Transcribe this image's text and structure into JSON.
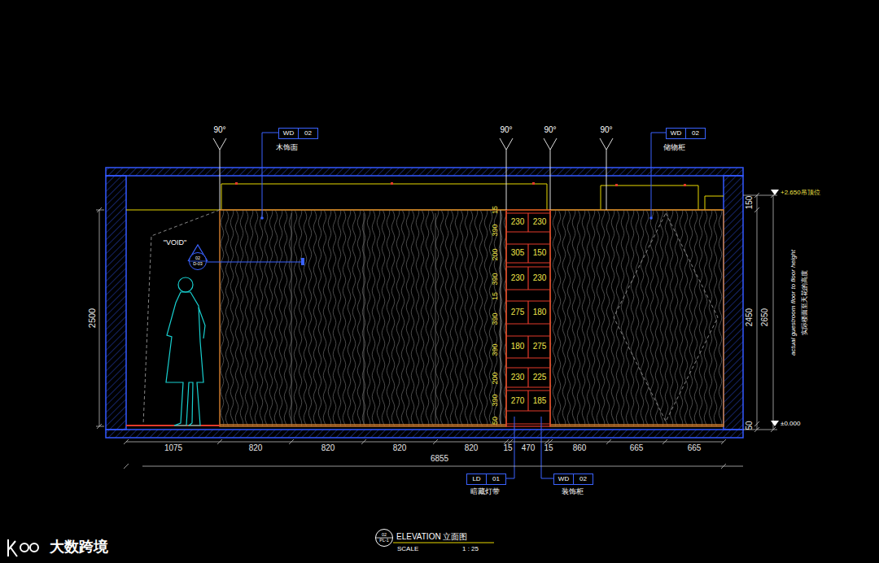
{
  "diagram": {
    "title": "ELEVATION 立面图",
    "nodes": [
      {
        "text": [
          "WD",
          "02"
        ]
      },
      {
        "text": [
          "WD",
          "02"
        ]
      },
      {
        "text": [
          "02",
          "D-03"
        ]
      },
      {
        "text": [
          "LD",
          "01"
        ]
      },
      {
        "text": [
          "WD",
          "02"
        ]
      },
      {
        "text": [
          "02",
          "PL-1"
        ]
      }
    ],
    "labels": [
      "90°",
      "90°",
      "90°",
      "90°",
      "木饰面",
      "储物柜",
      "\"VOID\"",
      "1075",
      "820",
      "820",
      "820",
      "820",
      "15",
      "470",
      "15",
      "860",
      "665",
      "665",
      "6855",
      "2500",
      "150",
      "2450",
      "50",
      "2650",
      "actual guestroom floor to floor height",
      "实际楼面至天花的高度",
      "+2.650吊顶位",
      "±0.000",
      "暗藏灯带",
      "装饰柜",
      "15",
      "390",
      "200",
      "390",
      "15",
      "390",
      "390",
      "200",
      "390",
      "50",
      "230",
      "230",
      "305",
      "150",
      "230",
      "230",
      "275",
      "180",
      "180",
      "275",
      "230",
      "225",
      "270",
      "185",
      "SCALE",
      "1 : 25",
      "大数跨境"
    ]
  }
}
